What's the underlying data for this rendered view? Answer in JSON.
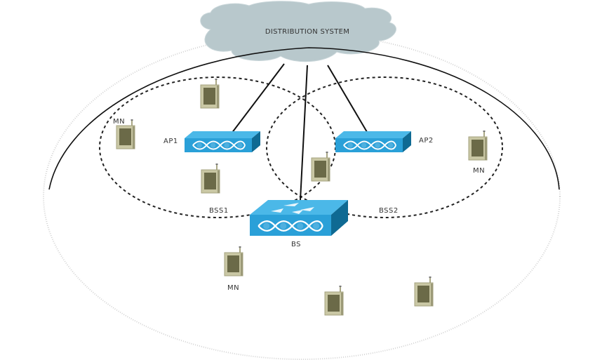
{
  "title": "DISTRIBUTION SYSTEM",
  "colors": {
    "cloud": "#b8c8cc",
    "device_blue": "#2aa0d8",
    "device_blue_dark": "#0f6a93",
    "device_blue_top": "#4bb8e8",
    "mobile_frame": "#c9c7a4",
    "mobile_screen": "#6b6a48",
    "text": "#333333"
  },
  "labels": {
    "ap1": "AP1",
    "ap2": "AP2",
    "bs": "BS",
    "bss1": "BSS1",
    "bss2": "BSS2",
    "mn": "MN"
  },
  "nodes": {
    "access_points": [
      {
        "id": "ap1",
        "label": "AP1"
      },
      {
        "id": "ap2",
        "label": "AP2"
      }
    ],
    "base_station": {
      "id": "bs",
      "label": "BS"
    },
    "mobile_nodes": [
      {
        "id": "mn1",
        "label": ""
      },
      {
        "id": "mn2",
        "label": "MN"
      },
      {
        "id": "mn3",
        "label": ""
      },
      {
        "id": "mn4",
        "label": ""
      },
      {
        "id": "mn5",
        "label": "MN"
      },
      {
        "id": "mn6",
        "label": "MN"
      },
      {
        "id": "mn7",
        "label": ""
      },
      {
        "id": "mn8",
        "label": ""
      }
    ]
  },
  "areas": [
    {
      "id": "bss1",
      "label": "BSS1",
      "style": "dashed"
    },
    {
      "id": "bss2",
      "label": "BSS2",
      "style": "dashed"
    },
    {
      "id": "ess",
      "label": "",
      "style": "solid"
    },
    {
      "id": "bs-coverage",
      "label": "",
      "style": "faint-dotted"
    }
  ],
  "links": [
    {
      "from": "distribution-system",
      "to": "ap1"
    },
    {
      "from": "distribution-system",
      "to": "bs"
    },
    {
      "from": "distribution-system",
      "to": "ap2"
    }
  ]
}
